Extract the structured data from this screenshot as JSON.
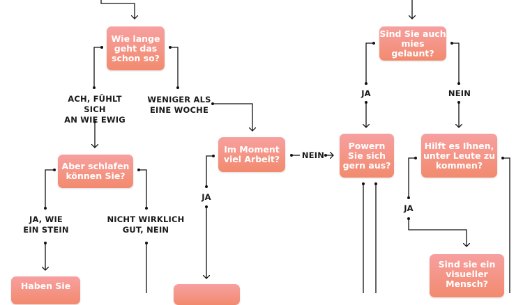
{
  "nodes": {
    "how_long": "Wie lange\ngeht das\nschon so?",
    "bad_mood": "Sind Sie auch\nmies gelaunt?",
    "sleep": "Aber schlafen\nkönnen Sie?",
    "work": "Im Moment\nviel Arbeit?",
    "power": "Powern\nSie sich\ngern aus?",
    "people": "Hilft es Ihnen,\nunter Leute zu\nkommen?",
    "have_you": "Haben Sie",
    "visual": "Sind sie ein\nvisueller\nMensch?",
    "partial_box": ""
  },
  "labels": {
    "forever": "ACH, FÜHLT SICH\nAN WIE EWIG",
    "less_week": "WENIGER ALS\nEINE WOCHE",
    "ja_stone": "JA, WIE\nEIN STEIN",
    "not_really": "NICHT WIRKLICH\nGUT, NEIN",
    "ja_work": "JA",
    "nein_work": "NEIN",
    "ja_mood": "JA",
    "nein_mood": "NEIN",
    "ja_people": "JA"
  },
  "colors": {
    "box_top": "#f7a0a0",
    "box_bottom": "#f28a6e",
    "line": "#111111"
  }
}
